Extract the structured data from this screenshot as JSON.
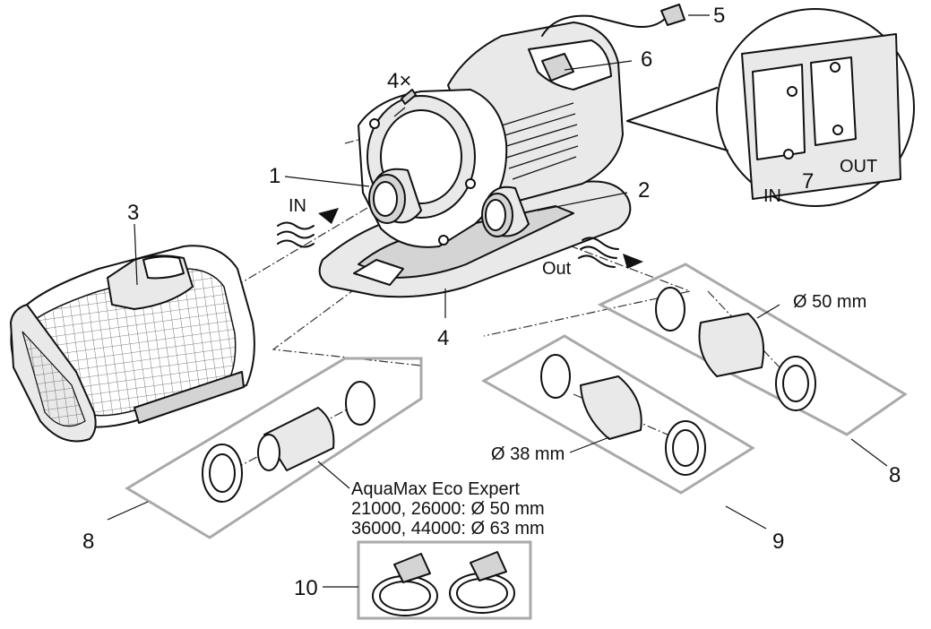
{
  "callouts": {
    "c1": "1",
    "c2": "2",
    "c3": "3",
    "c4": "4",
    "c4x": "4×",
    "c5": "5",
    "c6": "6",
    "c7": "7",
    "c8a": "8",
    "c8b": "8",
    "c9": "9",
    "c10": "10"
  },
  "labels": {
    "in": "IN",
    "out": "Out",
    "detail_in": "IN",
    "detail_out": "OUT",
    "dia50": "Ø 50 mm",
    "dia38": "Ø 38 mm",
    "product": "AquaMax Eco Expert",
    "size_line1": "21000, 26000: Ø 50 mm",
    "size_line2": "36000, 44000: Ø 63 mm"
  }
}
